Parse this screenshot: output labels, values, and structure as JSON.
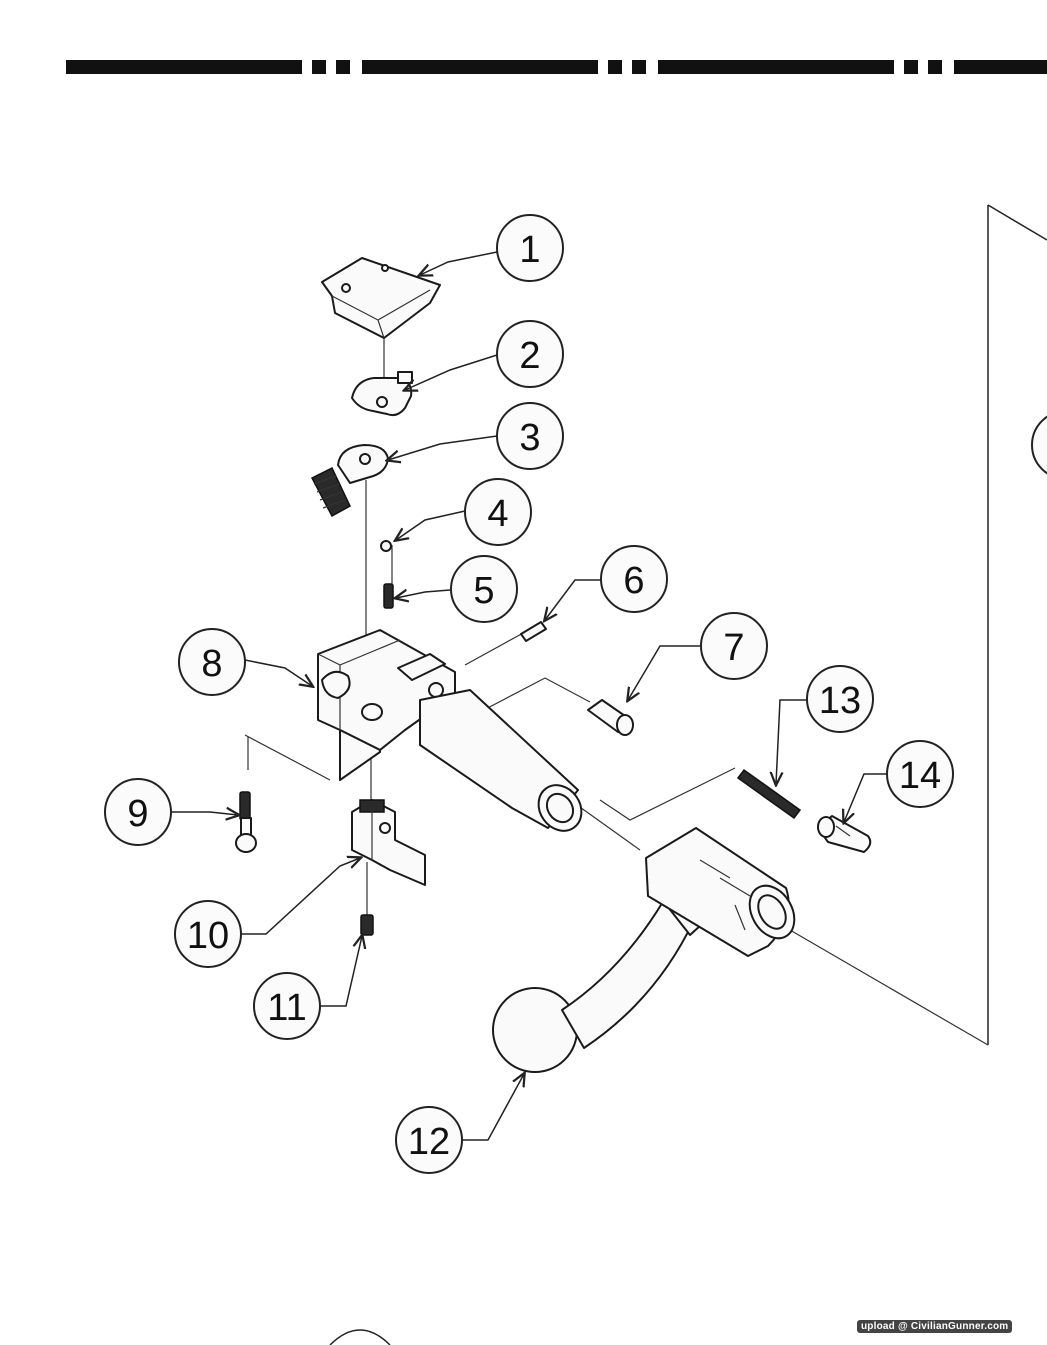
{
  "callouts": [
    {
      "id": "1",
      "label": "1"
    },
    {
      "id": "2",
      "label": "2"
    },
    {
      "id": "3",
      "label": "3"
    },
    {
      "id": "4",
      "label": "4"
    },
    {
      "id": "5",
      "label": "5"
    },
    {
      "id": "6",
      "label": "6"
    },
    {
      "id": "7",
      "label": "7"
    },
    {
      "id": "8",
      "label": "8"
    },
    {
      "id": "9",
      "label": "9"
    },
    {
      "id": "10",
      "label": "10"
    },
    {
      "id": "11",
      "label": "11"
    },
    {
      "id": "12",
      "label": "12"
    },
    {
      "id": "13",
      "label": "13"
    },
    {
      "id": "14",
      "label": "14"
    }
  ],
  "watermark": "upload @ CivilianGunner.com",
  "colors": {
    "ink": "#1a1a1a",
    "paper": "#ffffff",
    "header_bar": "#111111"
  }
}
